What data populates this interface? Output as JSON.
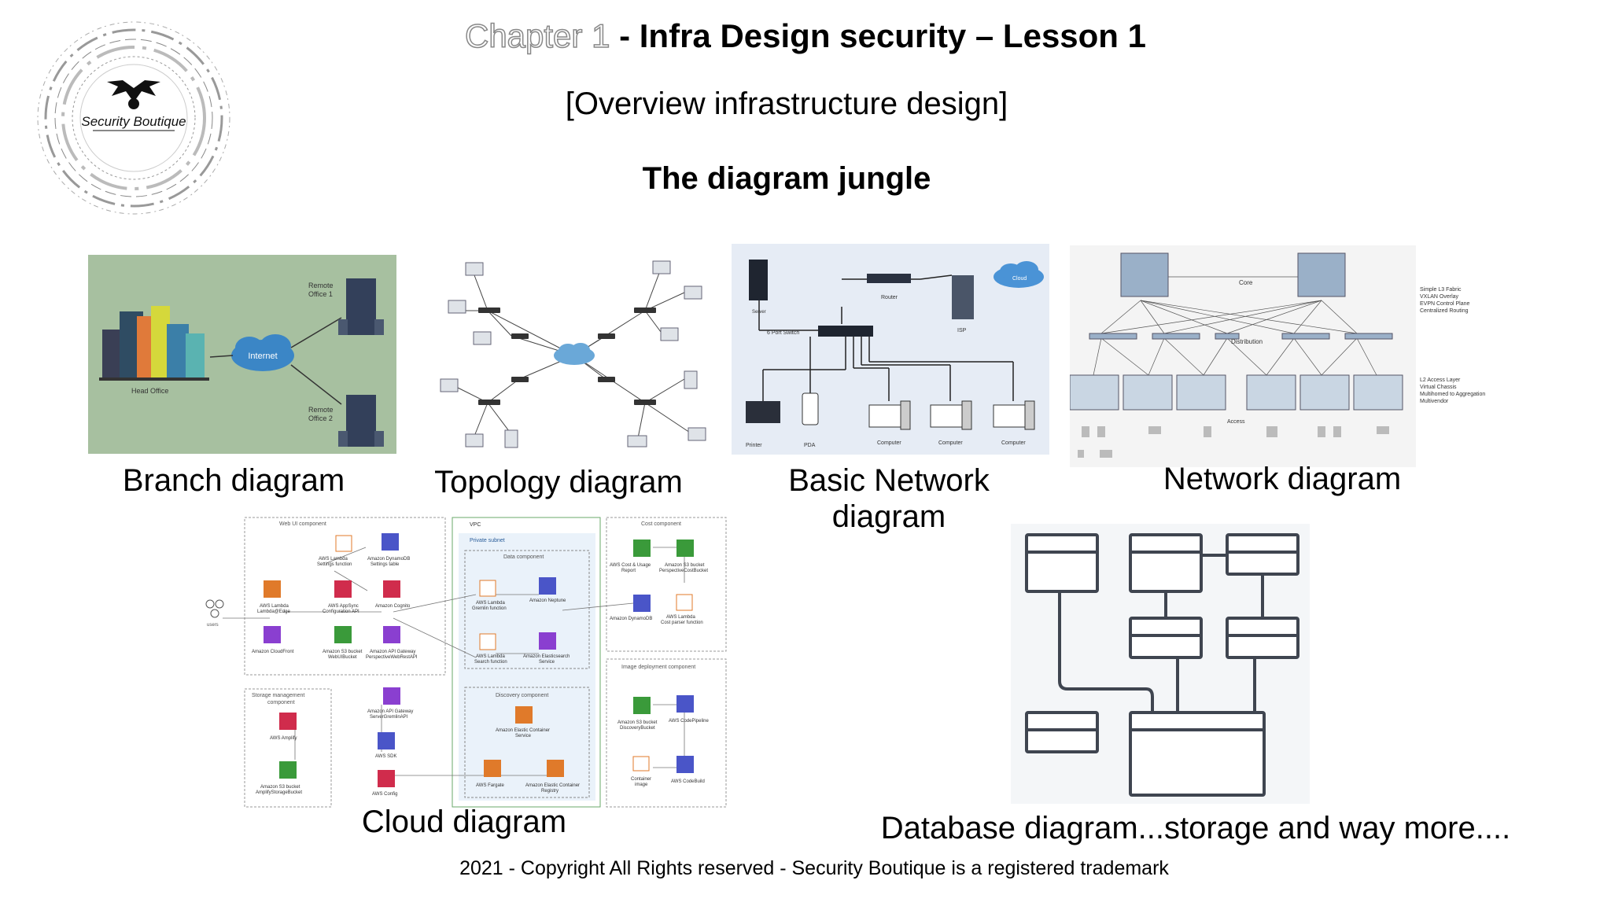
{
  "header": {
    "chapter": "Chapter 1",
    "title_rest": " - Infra Design security – Lesson 1",
    "subtitle": "[Overview infrastructure design]",
    "heading": "The diagram jungle"
  },
  "logo": {
    "brand": "Security Boutique"
  },
  "captions": {
    "branch": "Branch diagram",
    "topology": "Topology diagram",
    "basic_network_line1": "Basic Network",
    "basic_network_line2": "diagram",
    "network": "Network diagram",
    "cloud": "Cloud diagram",
    "database": "Database diagram...storage and way more...."
  },
  "branch_diagram": {
    "remote1": [
      "Remote",
      "Office 1"
    ],
    "remote2": [
      "Remote",
      "Office 2"
    ],
    "internet": "Internet",
    "head_office": "Head Office"
  },
  "basic_network": {
    "server": "Server",
    "router": "Router",
    "isp": "ISP",
    "cloud": "Cloud",
    "switch": "6 Port Switch",
    "printer": "Printer",
    "pda": "PDA",
    "computer": "Computer"
  },
  "network_diagram": {
    "core": "Core",
    "distribution": "Distribution",
    "access": "Access",
    "notes_top": [
      "Simple L3 Fabric",
      "VXLAN Overlay",
      "EVPN Control Plane",
      "Centralized Routing"
    ],
    "notes_bottom": [
      "L2 Access Layer",
      "Virtual Chassis",
      "Multihomed to Aggregation",
      "Multivendor"
    ]
  },
  "cloud_diagram": {
    "web_ui": "Web UI component",
    "vpc": "VPC",
    "private_subnet": "Private subnet",
    "data_component": "Data component",
    "cost_component": "Cost component",
    "storage_mgmt": [
      "Storage management",
      "component"
    ],
    "discovery": "Discovery component",
    "image_deploy": "Image deployment component",
    "users": "users",
    "svc_lambda_settings": [
      "AWS Lambda",
      "Settings function"
    ],
    "svc_dynamo_settings": [
      "Amazon DynamoDB",
      "Settings table"
    ],
    "svc_lambda_edge": [
      "AWS Lambda",
      "Lambda@Edge"
    ],
    "svc_appsync": [
      "AWS AppSync",
      "Configuration API"
    ],
    "svc_cognito": "Amazon Cognito",
    "svc_cloudfront": "Amazon CloudFront",
    "svc_s3_web": [
      "Amazon S3 bucket",
      "WebUIBucket"
    ],
    "svc_apigw1": [
      "Amazon API Gateway",
      "PerspectiveWebRestAPI"
    ],
    "svc_lambda_gremlin": [
      "AWS Lambda",
      "Gremlin function"
    ],
    "svc_neptune": "Amazon Neptune",
    "svc_lambda_search": [
      "AWS Lambda",
      "Search function"
    ],
    "svc_elasticsearch": [
      "Amazon Elasticsearch",
      "Service"
    ],
    "svc_cur": [
      "AWS Cost & Usage",
      "Report"
    ],
    "svc_s3_cost": [
      "Amazon S3 bucket",
      "PerspectiveCostBucket"
    ],
    "svc_dynamo": "Amazon DynamoDB",
    "svc_lambda_cost": [
      "AWS Lambda",
      "Cost parser function"
    ],
    "svc_amplify": "AWS Amplify",
    "svc_s3_amplify": [
      "Amazon S3 bucket",
      "AmplifyStorageBucket"
    ],
    "svc_apigw2": [
      "Amazon API Gateway",
      "ServerGremlinAPI"
    ],
    "svc_sdk": "AWS SDK",
    "svc_config": "AWS Config",
    "svc_ecs": [
      "Amazon Elastic Container",
      "Service"
    ],
    "svc_fargate": "AWS Fargate",
    "svc_ecr": [
      "Amazon Elastic Container",
      "Registry"
    ],
    "svc_s3_discovery": [
      "Amazon S3 bucket",
      "DiscoveryBucket"
    ],
    "svc_codepipeline": "AWS CodePipeline",
    "svc_container_image": [
      "Container",
      "image"
    ],
    "svc_codebuild": "AWS CodeBuild"
  },
  "footer": "2021 - Copyright All Rights reserved - Security Boutique is a registered trademark",
  "colors": {
    "branch_bg": "#a7c0a0",
    "basic_bg": "#e6ecf5",
    "db_bg": "#f4f6f8",
    "stroke_dark": "#3f4550"
  }
}
